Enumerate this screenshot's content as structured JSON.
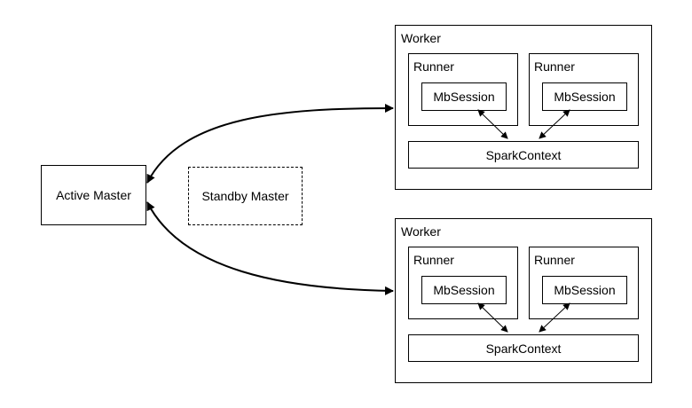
{
  "masters": {
    "active": "Active Master",
    "standby": "Standby Master"
  },
  "workers": [
    {
      "title": "Worker",
      "runners": [
        {
          "title": "Runner",
          "session": "MbSession"
        },
        {
          "title": "Runner",
          "session": "MbSession"
        }
      ],
      "context": "SparkContext"
    },
    {
      "title": "Worker",
      "runners": [
        {
          "title": "Runner",
          "session": "MbSession"
        },
        {
          "title": "Runner",
          "session": "MbSession"
        }
      ],
      "context": "SparkContext"
    }
  ]
}
